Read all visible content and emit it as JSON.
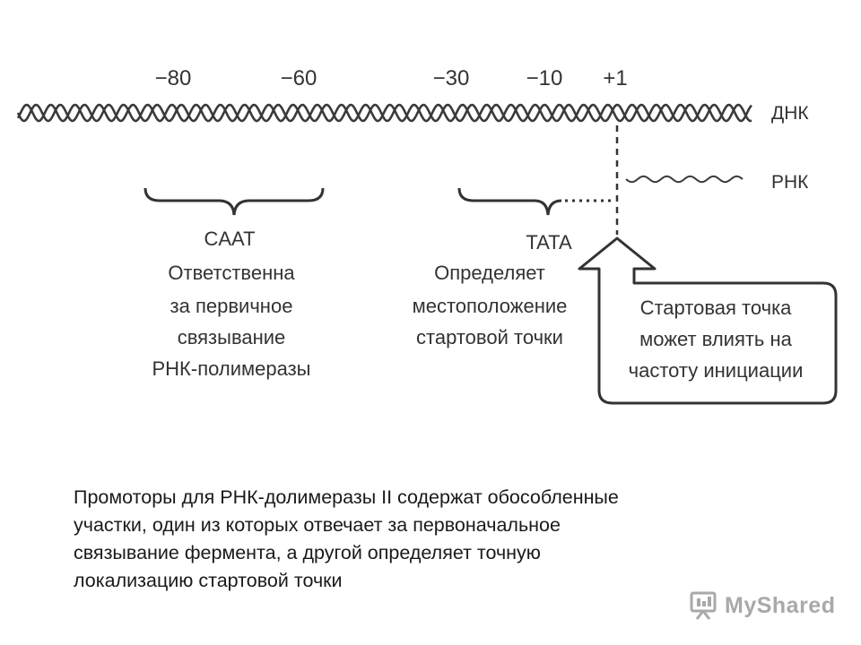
{
  "positions": [
    "−80",
    "−60",
    "−30",
    "−10",
    "+1"
  ],
  "strand_labels": {
    "dna": "ДНК",
    "rna": "РНК"
  },
  "elements": {
    "caat": {
      "name": "CAAT",
      "description": [
        "Ответственна",
        "за первичное",
        "связывание",
        "РНК-полимеразы"
      ]
    },
    "tata": {
      "name": "TATA",
      "description": [
        "Определяет",
        "местоположение",
        "стартовой точки"
      ]
    },
    "start": {
      "description": [
        "Стартовая точка",
        "может влиять на",
        "частоту инициации"
      ]
    }
  },
  "caption": [
    "Промоторы для РНК-долимеразы II содержат обособленные",
    "участки, один из которых отвечает за первоначальное",
    "связывание фермента, а другой определяет точную",
    "локализацию стартовой точки"
  ],
  "watermark": {
    "text": "MyShared",
    "icon": "presentation-board-icon"
  }
}
